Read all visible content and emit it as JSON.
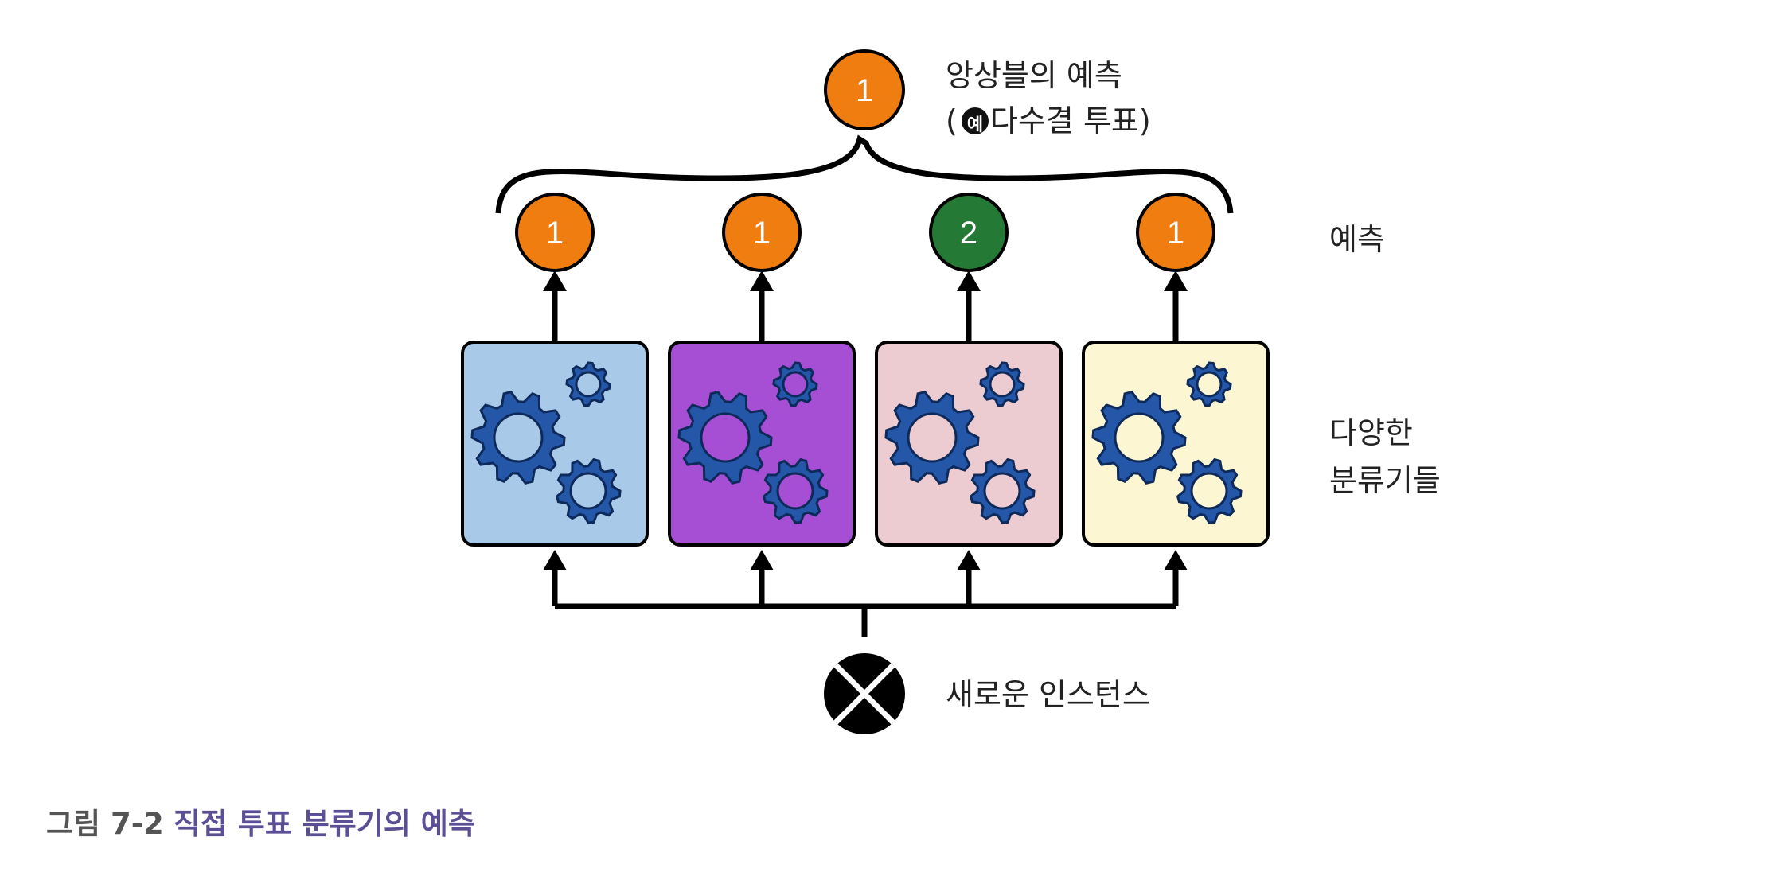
{
  "ensemble": {
    "prediction": "1",
    "label_line1": "앙상블의 예측",
    "label_line2_open": "(",
    "example_badge": "예",
    "label_line2_rest": " 다수결 투표)"
  },
  "predictions": {
    "row_label": "예측",
    "items": [
      {
        "value": "1",
        "color": "#ef7d0f"
      },
      {
        "value": "1",
        "color": "#ef7d0f"
      },
      {
        "value": "2",
        "color": "#247a35"
      },
      {
        "value": "1",
        "color": "#ef7d0f"
      }
    ]
  },
  "classifiers": {
    "label_line1": "다양한",
    "label_line2": "분류기들",
    "box_colors": [
      "#a9c9e8",
      "#a64fd4",
      "#ecccd0",
      "#fdf6d2"
    ],
    "gear_color": "#2557a8"
  },
  "instance": {
    "label": "새로운 인스턴스"
  },
  "caption": {
    "figure_number": "그림 7-2",
    "title": "직접 투표 분류기의 예측"
  }
}
